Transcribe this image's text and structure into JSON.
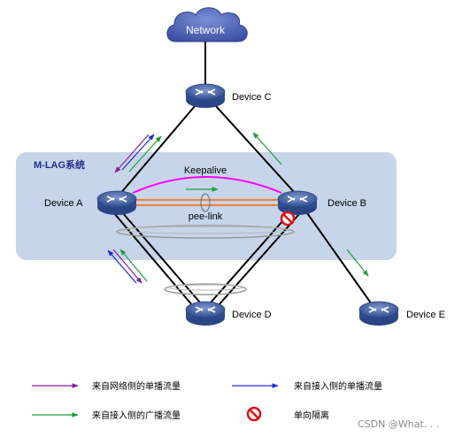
{
  "cloud": {
    "label": "Network"
  },
  "group": {
    "title": "M-LAG系统"
  },
  "devices": {
    "a": "Device A",
    "b": "Device B",
    "c": "Device C",
    "d": "Device D",
    "e": "Device E"
  },
  "links": {
    "keepalive": "Keepalive",
    "peer_link": "pee-link"
  },
  "legend": {
    "network_unicast": "来自网络侧的单播流量",
    "access_unicast": "来自接入侧的单播流量",
    "access_broadcast": "来自接入侧的广播流量",
    "one_way_isolation": "单向隔离"
  },
  "watermark": "CSDN @What. . .",
  "colors": {
    "group_fill": "#c7d5ea",
    "cloud_fill": "#4a5fb0",
    "device_fill": "#3f5f9f",
    "keepalive_line": "#ff00ff",
    "peer_link_line": "#f08030",
    "network_unicast_arrow": "#8b1f9e",
    "access_unicast_arrow": "#1f2fd6",
    "access_broadcast_arrow": "#1f9e3a",
    "isolation_mark": "#e01010"
  },
  "icons": [
    "cloud-icon",
    "router-icon",
    "no-entry-icon",
    "arrow-icon"
  ]
}
